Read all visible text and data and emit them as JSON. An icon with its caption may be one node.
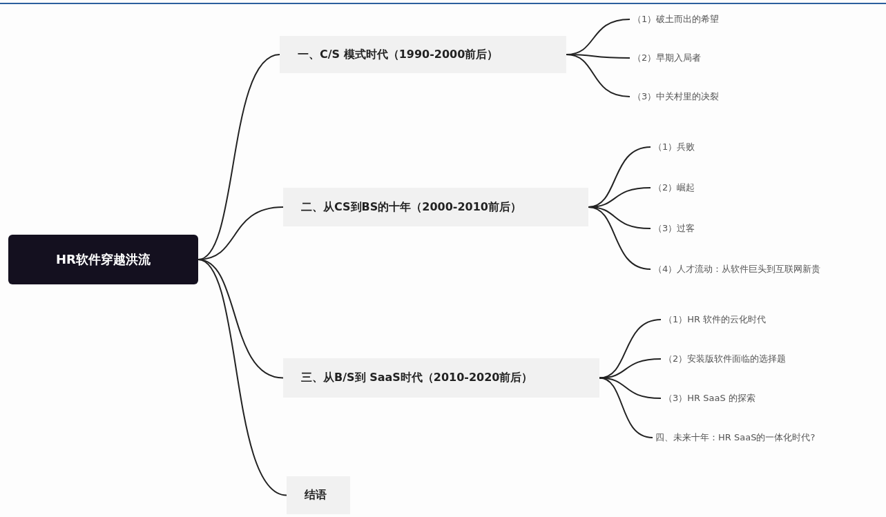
{
  "diagram": {
    "nodes": [
      {
        "text": [
          "HR软件穿越洪流"
        ]
      },
      {
        "text": [
          "一、C/S 模式时代（1990-2000前后）"
        ]
      },
      {
        "text": [
          "（1）破土而出的希望"
        ]
      },
      {
        "text": [
          "（2）早期入局者"
        ]
      },
      {
        "text": [
          "（3）中关村里的决裂"
        ]
      },
      {
        "text": [
          "二、从CS到BS的十年（2000-2010前后）"
        ]
      },
      {
        "text": [
          "（1）兵败"
        ]
      },
      {
        "text": [
          "（2）崛起"
        ]
      },
      {
        "text": [
          "（3）过客"
        ]
      },
      {
        "text": [
          "（4）人才流动：从软件巨头到互联网新贵"
        ]
      },
      {
        "text": [
          "三、从B/S到 SaaS时代（2010-2020前后）"
        ]
      },
      {
        "text": [
          "（1）HR 软件的云化时代"
        ]
      },
      {
        "text": [
          "（2）安装版软件面临的选择题"
        ]
      },
      {
        "text": [
          "（3）HR SaaS 的探索"
        ]
      },
      {
        "text": [
          "四、未来十年：HR SaaS的一体化时代?"
        ]
      },
      {
        "text": [
          "结语"
        ]
      }
    ],
    "edges": [
      {
        "from": 0,
        "to": 1,
        "arrow": "none"
      },
      {
        "from": 0,
        "to": 5,
        "arrow": "none"
      },
      {
        "from": 0,
        "to": 10,
        "arrow": "none"
      },
      {
        "from": 0,
        "to": 15,
        "arrow": "none"
      },
      {
        "from": 1,
        "to": 2,
        "arrow": "none"
      },
      {
        "from": 1,
        "to": 3,
        "arrow": "none"
      },
      {
        "from": 1,
        "to": 4,
        "arrow": "none"
      },
      {
        "from": 5,
        "to": 6,
        "arrow": "none"
      },
      {
        "from": 5,
        "to": 7,
        "arrow": "none"
      },
      {
        "from": 5,
        "to": 8,
        "arrow": "none"
      },
      {
        "from": 5,
        "to": 9,
        "arrow": "none"
      },
      {
        "from": 10,
        "to": 11,
        "arrow": "none"
      },
      {
        "from": 10,
        "to": 12,
        "arrow": "none"
      },
      {
        "from": 10,
        "to": 13,
        "arrow": "none"
      },
      {
        "from": 10,
        "to": 14,
        "arrow": "none"
      }
    ]
  }
}
